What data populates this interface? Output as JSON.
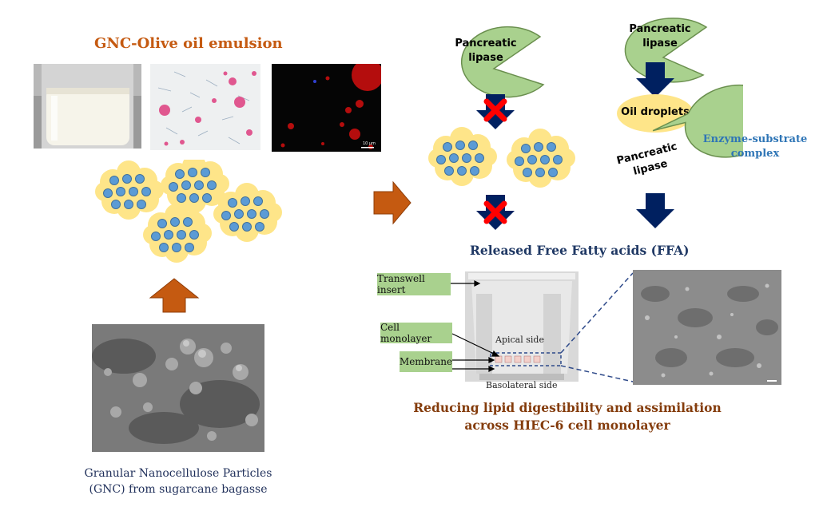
{
  "emulsion": {
    "title": "GNC-Olive oil emulsion"
  },
  "gnc": {
    "caption_line1": "Granular Nanocellulose Particles",
    "caption_line2": "(GNC) from sugarcane bagasse"
  },
  "lipase": {
    "label_line1": "Pancreatic",
    "label_line2": "lipase",
    "oil_droplets": "Oil droplets",
    "complex_line1": "Enzyme-substrate",
    "complex_line2": "complex"
  },
  "ffa": {
    "title": "Released Free Fatty acids (FFA)"
  },
  "transwell": {
    "insert_label": "Transwell insert",
    "monolayer_label": "Cell monolayer",
    "membrane_label": "Membrane",
    "apical_label": "Apical side",
    "basolateral_label": "Basolateral side",
    "scale_label": "10 μm"
  },
  "conclusion": {
    "line1": "Reducing lipid digestibility and assimilation",
    "line2": "across HIEC-6 cell monolayer"
  },
  "colors": {
    "particle_fill": "#fee589",
    "particle_dot": "#5b9bd5",
    "lipase_fill": "#a9d18e",
    "arrow_orange": "#c55a11",
    "arrow_navy": "#002060",
    "cross_red": "#ff0000"
  }
}
